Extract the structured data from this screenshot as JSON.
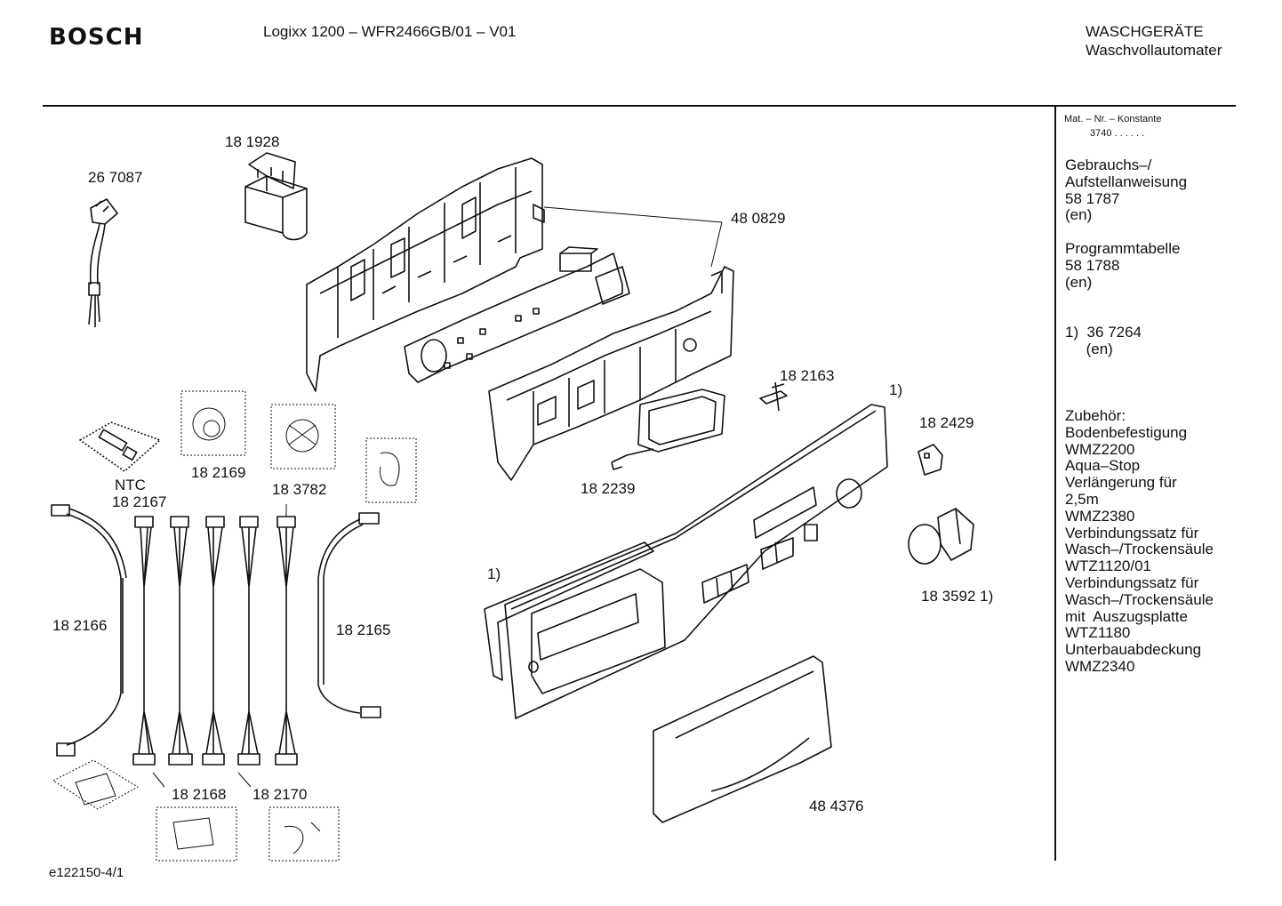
{
  "header": {
    "brand": "BOSCH",
    "model": "Logixx 1200 – WFR2466GB/01 – V01",
    "category_line1": "WASCHGERÄTE",
    "category_line2": "Waschvollautomater"
  },
  "sidebar": {
    "mat_label": "Mat. – Nr. – Konstante",
    "mat_value": "3740  .  .  .  .  .  .",
    "lines": [
      "Gebrauchs–/",
      "Aufstellanweisung",
      "58 1787",
      "(en)",
      "",
      "Programmtabelle",
      "58 1788",
      "(en)",
      "",
      "",
      "1)  36 7264",
      "     (en)",
      "",
      "",
      "",
      "Zubehör:",
      "Bodenbefestigung",
      "WMZ2200",
      "Aqua–Stop",
      "Verlängerung für",
      "2,5m",
      "WMZ2380",
      "Verbindungssatz für",
      "Wasch–/Trockensäule",
      "WTZ1120/01",
      "Verbindungssatz für",
      "Wasch–/Trockensäule",
      "mit  Auszugsplatte",
      "WTZ1180",
      "Unterbauabdeckung",
      "WMZ2340"
    ]
  },
  "parts": {
    "p181928": "18 1928",
    "p267087": "26 7087",
    "p480829": "48 0829",
    "p182163": "18 2163",
    "ref1_top": "1)",
    "p182429": "18 2429",
    "p182239": "18 2239",
    "ntc": "NTC",
    "p182167": "18 2167",
    "p182169": "18 2169",
    "p183782": "18 3782",
    "p182166": "18 2166",
    "p182165": "18 2165",
    "ref1_left": "1)",
    "p183592": "18 3592 1)",
    "p182168": "18 2168",
    "p182170": "18 2170",
    "p484376": "48 4376"
  },
  "footer": {
    "code": "e122150-4/1"
  }
}
